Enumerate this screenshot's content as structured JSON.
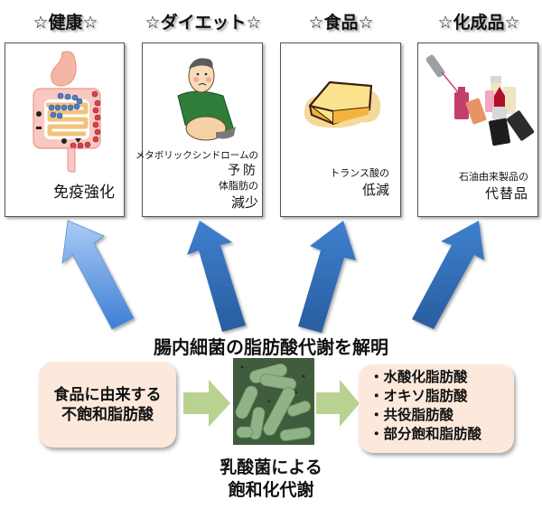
{
  "categories": [
    {
      "title": "☆健康☆",
      "caption_lines": [
        "免疫強化"
      ],
      "illustration": "intestine-icon"
    },
    {
      "title": "☆ダイエット☆",
      "caption_lines": [
        "メタボリックシンドロームの",
        "予防",
        "体脂肪の",
        "減少"
      ],
      "illustration": "man-belly-icon"
    },
    {
      "title": "☆食品☆",
      "caption_lines": [
        "トランス酸の",
        "低減"
      ],
      "illustration": "butter-icon"
    },
    {
      "title": "☆化成品☆",
      "caption_lines": [
        "石油由来製品の",
        "代替品"
      ],
      "illustration": "cosmetics-icon"
    }
  ],
  "main_heading": "腸内細菌の脂肪酸代謝を解明",
  "source_box": {
    "lines": [
      "食品に由来する",
      "不飽和脂肪酸"
    ]
  },
  "process": {
    "image": "lactic-acid-bacteria-micrograph",
    "caption_lines": [
      "乳酸菌による",
      "飽和化代謝"
    ]
  },
  "products_box": {
    "items": [
      "・水酸化脂肪酸",
      "・オキソ脂肪酸",
      "・共役脂肪酸",
      "・部分飽和脂肪酸"
    ]
  },
  "colors": {
    "arrow_light_blue": "#9cc2f2",
    "arrow_blue": "#3a78c2",
    "green_arrow": "#b9d28f",
    "box_fill": "#fde9dc"
  }
}
